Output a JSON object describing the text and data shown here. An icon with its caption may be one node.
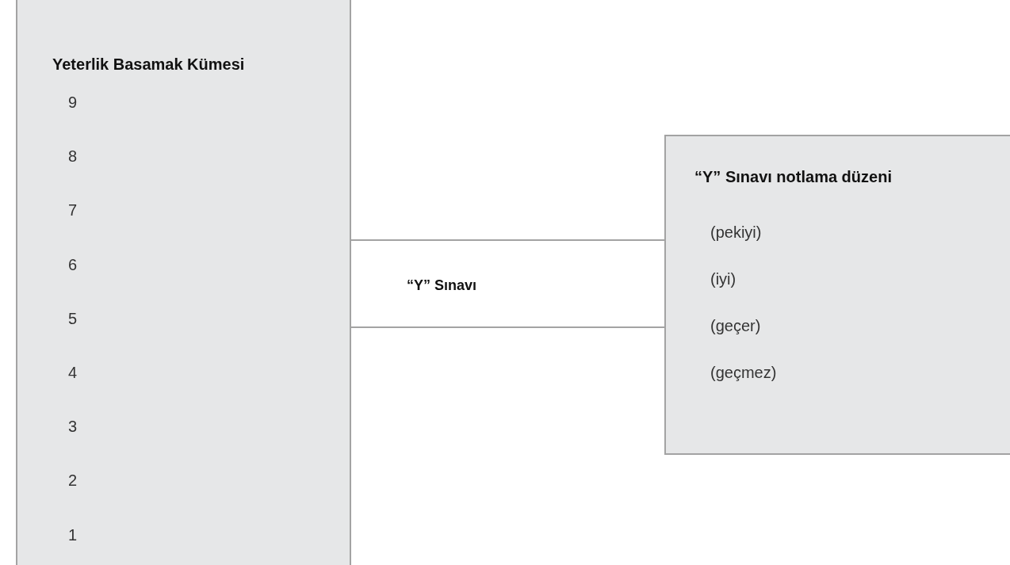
{
  "diagram": {
    "nodes": [
      {
        "text": [
          "Yeterlik Basamak Kümesi",
          "9",
          "8",
          "7",
          "6",
          "5",
          "4",
          "3",
          "2",
          "1"
        ]
      },
      {
        "text": [
          "“Y” Sınavı notlama düzeni",
          "(pekiyi)",
          "(iyi)",
          "(geçer)",
          "(geçmez)"
        ]
      }
    ],
    "edges": [
      {
        "from": 0,
        "to": 1,
        "arrow": "none"
      },
      {
        "from": 0,
        "to": 1,
        "arrow": "none"
      }
    ],
    "labels": [
      "“Y” Sınavı"
    ]
  }
}
